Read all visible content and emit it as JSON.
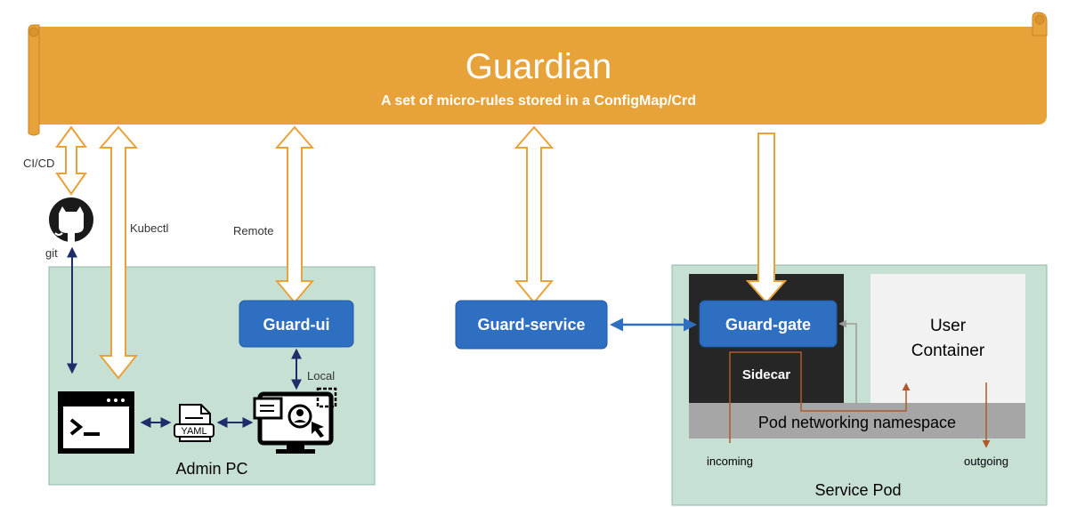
{
  "banner": {
    "title": "Guardian",
    "subtitle": "A set of micro-rules stored in a ConfigMap/Crd"
  },
  "labels": {
    "cicd": "CI/CD",
    "git": "git",
    "kubectl": "Kubectl",
    "remote": "Remote",
    "local": "Local",
    "yaml": "YAML",
    "sidecar": "Sidecar",
    "incoming": "incoming",
    "outgoing": "outgoing"
  },
  "admin_pc": {
    "title": "Admin PC",
    "guard_ui": "Guard-ui"
  },
  "guard_service": "Guard-service",
  "service_pod": {
    "title": "Service Pod",
    "guard_gate": "Guard-gate",
    "user_container_line1": "User",
    "user_container_line2": "Container",
    "pod_network": "Pod networking namespace"
  },
  "colors": {
    "banner": "#e8a23a",
    "banner_edge": "#d8922e",
    "box_blue": "#2e6fc2",
    "panel_green": "#c7e0d4",
    "arrow_orange": "#e8a23a",
    "arrow_navy": "#1d2e6b",
    "traffic_brown": "#b0582c"
  }
}
